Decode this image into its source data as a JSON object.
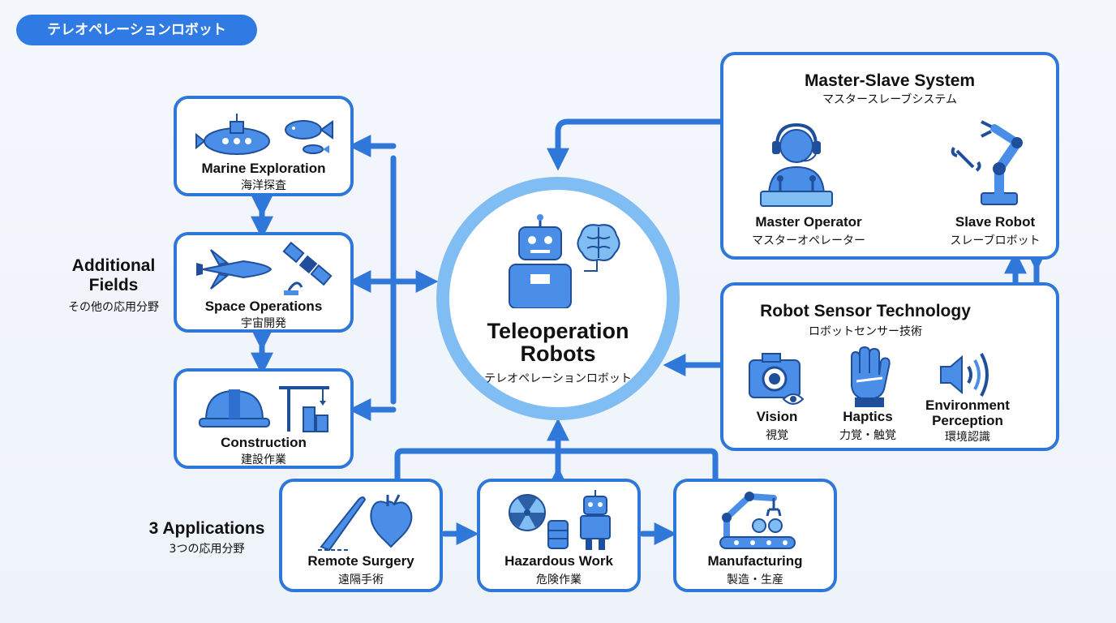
{
  "title_pill": "テレオペレーションロボット",
  "hub": {
    "title": "Teleoperation Robots",
    "subtitle": "テレオペレーションロボット"
  },
  "additional_fields": {
    "heading": "Additional Fields",
    "heading_jp": "その他の応用分野",
    "items": [
      {
        "en": "Marine Exploration",
        "jp": "海洋探査",
        "icons": [
          "submarine-icon",
          "fish-icon"
        ]
      },
      {
        "en": "Space Operations",
        "jp": "宇宙開発",
        "icons": [
          "space-shuttle-icon",
          "satellite-icon"
        ]
      },
      {
        "en": "Construction",
        "jp": "建設作業",
        "icons": [
          "hard-hat-icon",
          "crane-icon"
        ]
      }
    ]
  },
  "applications": {
    "heading": "3 Applications",
    "heading_jp": "3つの応用分野",
    "items": [
      {
        "en": "Remote Surgery",
        "jp": "遠隔手術",
        "icons": [
          "scalpel-icon",
          "heart-icon"
        ]
      },
      {
        "en": "Hazardous Work",
        "jp": "危険作業",
        "icons": [
          "radiation-icon",
          "barrel-icon",
          "robot-icon"
        ]
      },
      {
        "en": "Manufacturing",
        "jp": "製造・生産",
        "icons": [
          "robot-arm-icon",
          "conveyor-icon"
        ]
      }
    ]
  },
  "master_slave": {
    "title": "Master-Slave System",
    "title_jp": "マスタースレーブシステム",
    "master": {
      "en": "Master Operator",
      "jp": "マスターオペレーター"
    },
    "slave": {
      "en": "Slave Robot",
      "jp": "スレーブロボット"
    }
  },
  "sensors": {
    "title": "Robot Sensor Technology",
    "title_jp": "ロボットセンサー技術",
    "items": [
      {
        "en": "Vision",
        "jp": "視覚",
        "icon": "camera-eye-icon"
      },
      {
        "en": "Haptics",
        "jp": "力覚・触覚",
        "icon": "haptic-glove-icon"
      },
      {
        "en": "Environment Perception",
        "jp": "環境認識",
        "icon": "speaker-waves-icon"
      }
    ]
  },
  "colors": {
    "accent": "#2f78d9",
    "hub_ring": "#7fbdf2",
    "icon_fill": "#4a8ee8",
    "background": "#f1f5fb"
  }
}
